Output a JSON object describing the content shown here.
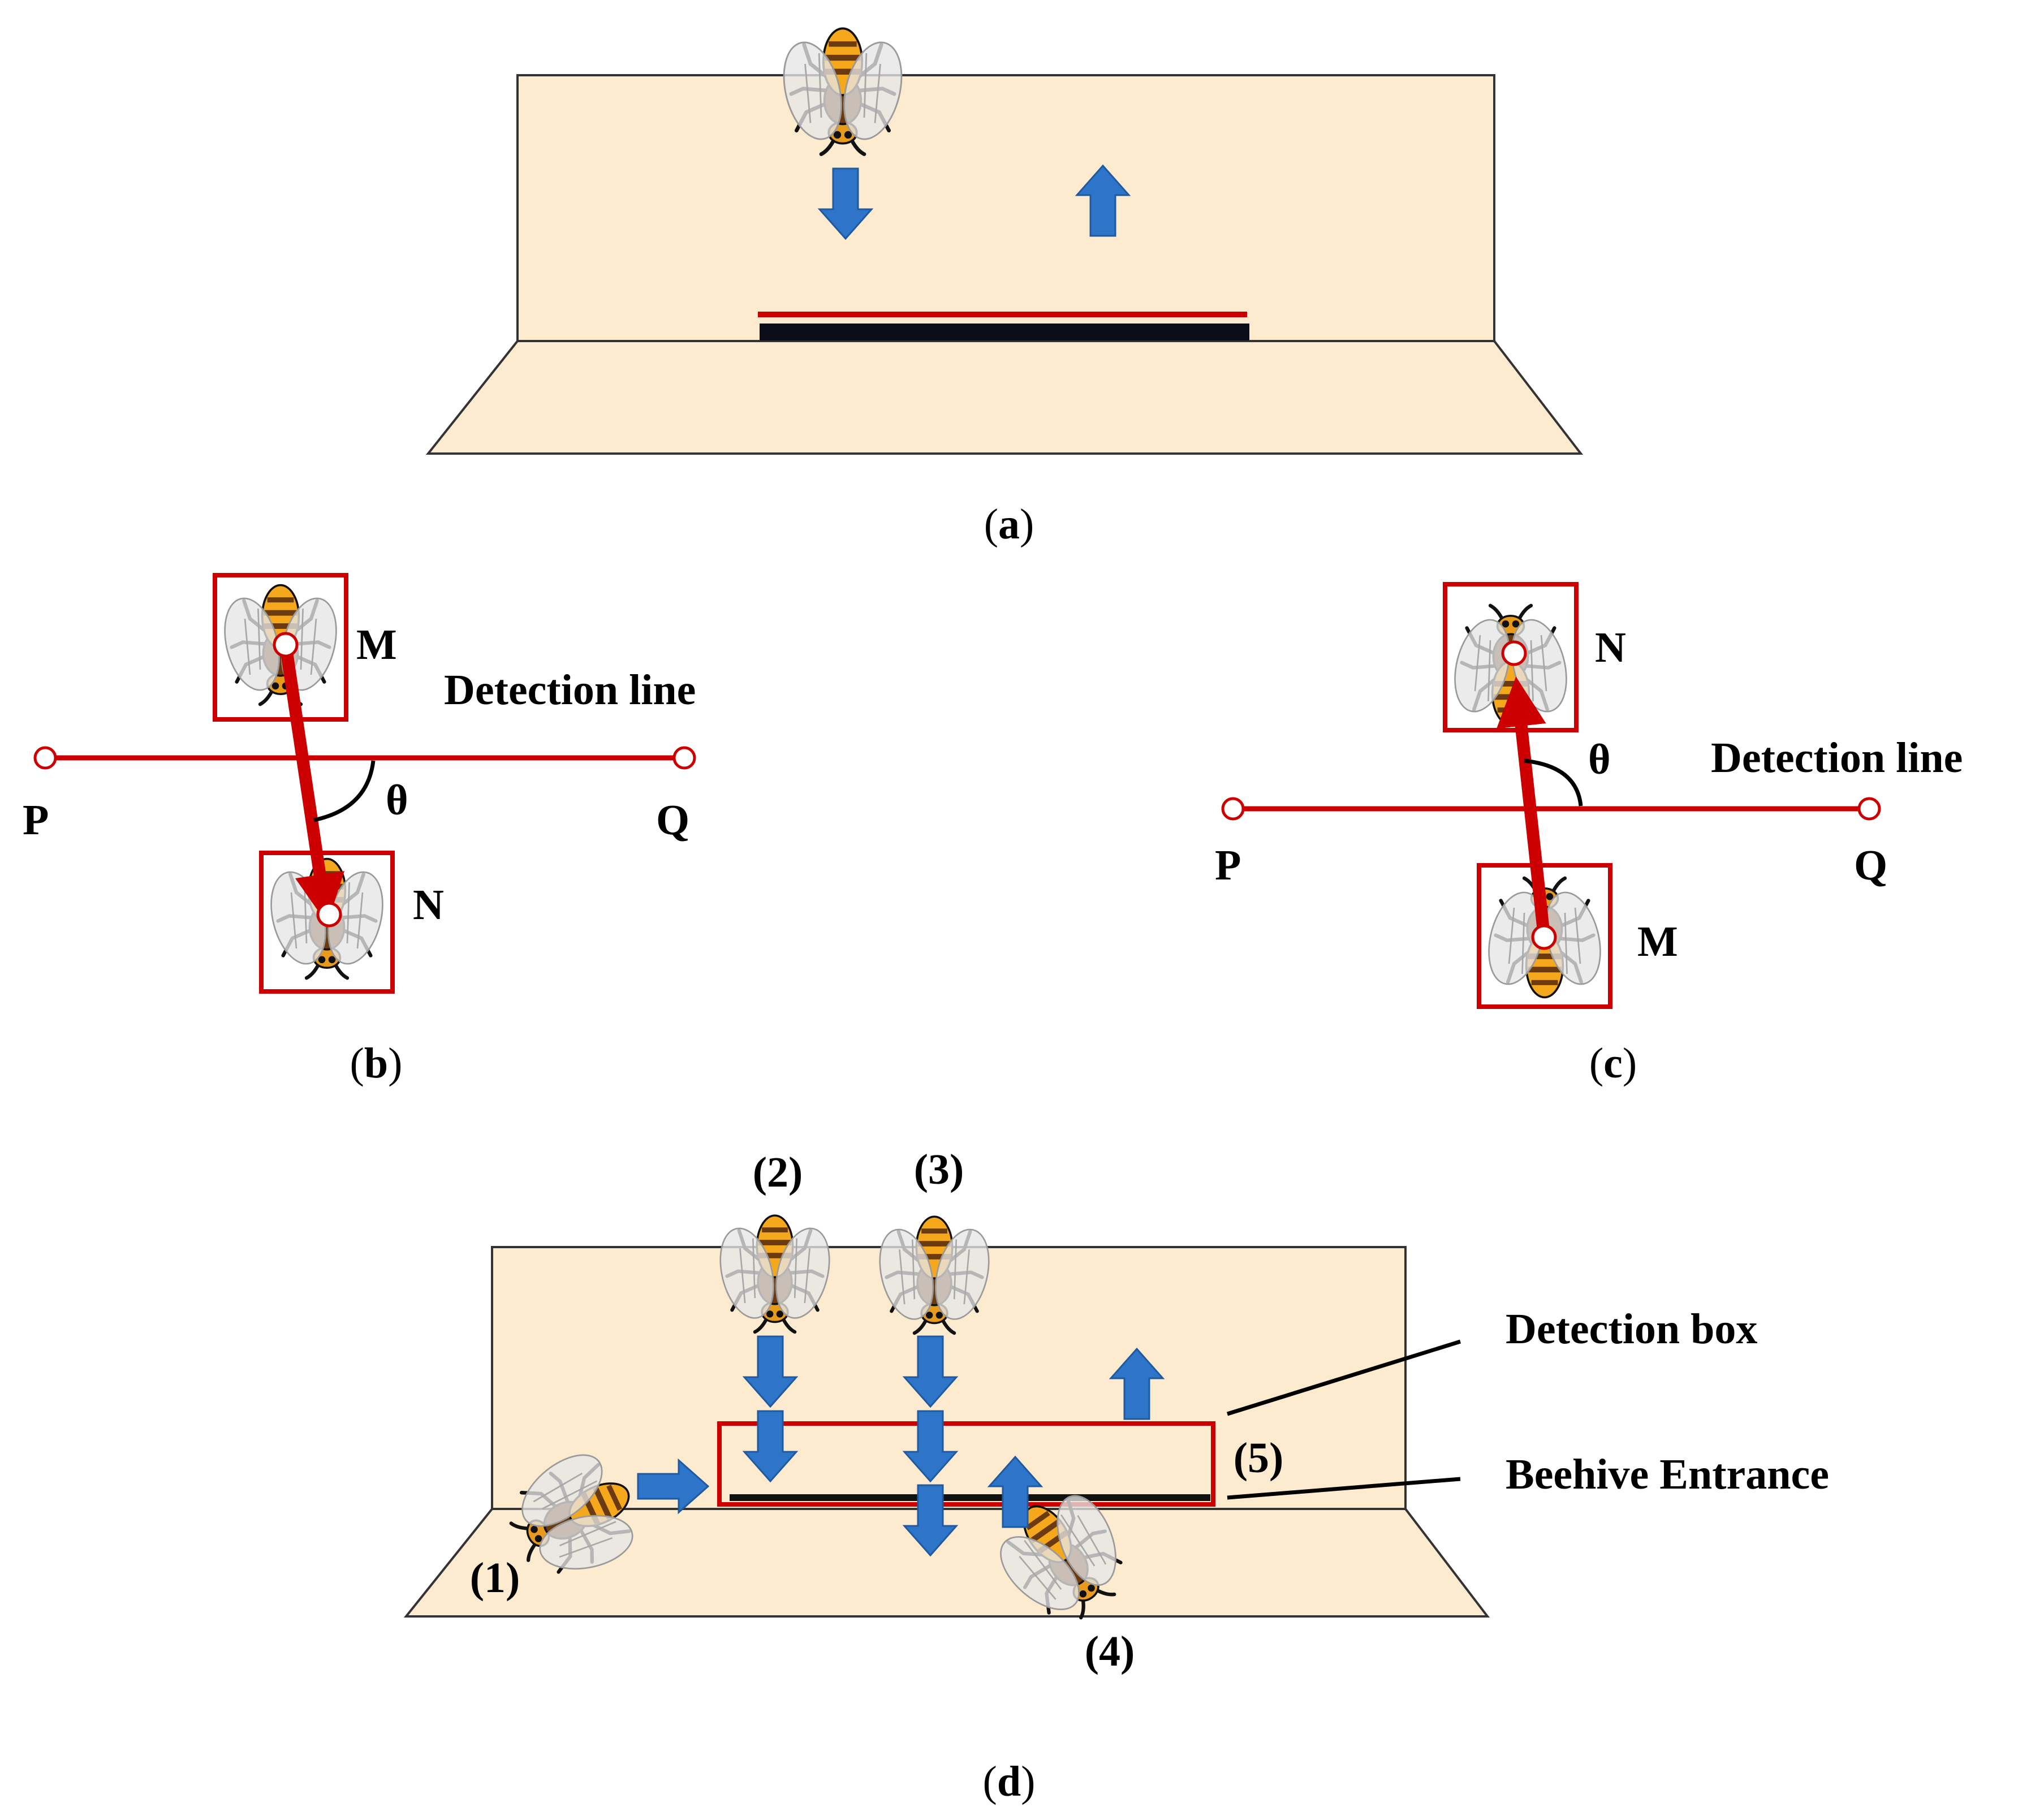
{
  "panels": {
    "a": {
      "caption_open": "(",
      "caption_letter": "a",
      "caption_close": ")"
    },
    "b": {
      "caption_open": "(",
      "caption_letter": "b",
      "caption_close": ")",
      "start_label": "M",
      "end_label": "N",
      "line_label": "Detection line",
      "left_point": "P",
      "right_point": "Q",
      "angle": "θ"
    },
    "c": {
      "caption_open": "(",
      "caption_letter": "c",
      "caption_close": ")",
      "start_label": "M",
      "end_label": "N",
      "line_label": "Detection line",
      "left_point": "P",
      "right_point": "Q",
      "angle": "θ"
    },
    "d": {
      "caption_open": "(",
      "caption_letter": "d",
      "caption_close": ")",
      "case_labels": [
        "(1)",
        "(2)",
        "(3)",
        "(4)",
        "(5)"
      ],
      "detection_box_label": "Detection box",
      "entrance_label": "Beehive Entrance"
    }
  },
  "colors": {
    "hive": "#fdebd0",
    "detection_red": "#cc0000",
    "arrow_blue": "#2e75c9",
    "bee_body": "#f5a81c",
    "bee_stripe": "#6b3a0e",
    "wing": "#d9d9d9"
  }
}
